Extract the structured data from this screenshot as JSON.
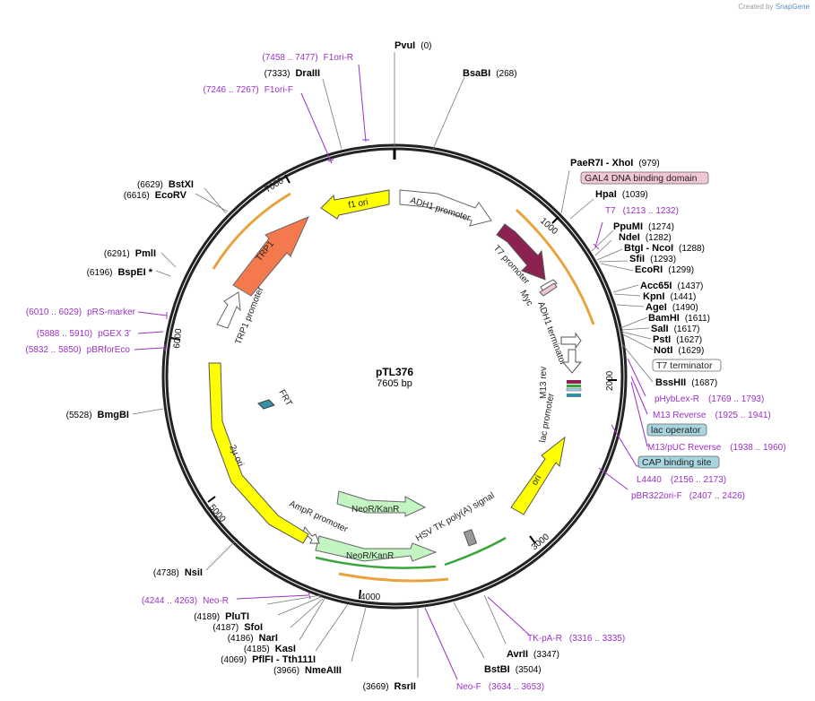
{
  "credit": {
    "prefix": "Created by",
    "brand": "SnapGene"
  },
  "plasmid": {
    "name": "pTL376",
    "size": "7605 bp"
  },
  "ticks": [
    "1000",
    "2000",
    "3000",
    "4000",
    "5000",
    "6000",
    "7000"
  ],
  "sites": [
    {
      "name": "PvuI",
      "pos": "(0)"
    },
    {
      "name": "BsaBI",
      "pos": "(268)"
    },
    {
      "name": "PaeR7I",
      "suffix": " - XhoI",
      "pos": "(979)"
    },
    {
      "name": "HpaI",
      "pos": "(1039)"
    },
    {
      "name": "PpuMI",
      "pos": "(1274)"
    },
    {
      "name": "NdeI",
      "pos": "(1282)"
    },
    {
      "name": "BtgI",
      "suffix": " - NcoI",
      "pos": "(1288)"
    },
    {
      "name": "SfiI",
      "pos": "(1293)"
    },
    {
      "name": "EcoRI",
      "pos": "(1299)"
    },
    {
      "name": "Acc65I",
      "pos": "(1437)"
    },
    {
      "name": "KpnI",
      "pos": "(1441)"
    },
    {
      "name": "AgeI",
      "pos": "(1490)"
    },
    {
      "name": "BamHI",
      "pos": "(1611)"
    },
    {
      "name": "SalI",
      "pos": "(1617)"
    },
    {
      "name": "PstI",
      "pos": "(1627)"
    },
    {
      "name": "NotI",
      "pos": "(1629)"
    },
    {
      "name": "BssHII",
      "pos": "(1687)"
    },
    {
      "name": "AvrII",
      "pos": "(3347)"
    },
    {
      "name": "BstBI",
      "pos": "(3504)"
    },
    {
      "name": "RsrII",
      "pos": "(3669)"
    },
    {
      "name": "NmeAIII",
      "pos": "(3966)"
    },
    {
      "name": "PflFI",
      "suffix": " - Tth111I",
      "pos": "(4069)"
    },
    {
      "name": "KasI",
      "pos": "(4185)"
    },
    {
      "name": "NarI",
      "pos": "(4186)"
    },
    {
      "name": "SfoI",
      "pos": "(4187)"
    },
    {
      "name": "PluTI",
      "pos": "(4189)"
    },
    {
      "name": "NsiI",
      "pos": "(4738)"
    },
    {
      "name": "BmgBI",
      "pos": "(5528)"
    },
    {
      "name": "BspEI *",
      "pos": "(6196)"
    },
    {
      "name": "PmlI",
      "pos": "(6291)"
    },
    {
      "name": "EcoRV",
      "pos": "(6616)"
    },
    {
      "name": "BstXI",
      "pos": "(6629)"
    },
    {
      "name": "DraIII",
      "pos": "(7333)"
    }
  ],
  "primers": [
    {
      "name": "F1ori-R",
      "range": "(7458 .. 7477)"
    },
    {
      "name": "F1ori-F",
      "range": "(7246 .. 7267)"
    },
    {
      "name": "T7",
      "range": "(1213 .. 1232)"
    },
    {
      "name": "pHybLex-R",
      "range": "(1769 .. 1793)"
    },
    {
      "name": "M13 Reverse",
      "range": "(1925 .. 1941)"
    },
    {
      "name": "M13/pUC Reverse",
      "range": "(1938 .. 1960)"
    },
    {
      "name": "L4440",
      "range": "(2156 .. 2173)"
    },
    {
      "name": "pBR322ori-F",
      "range": "(2407 .. 2426)"
    },
    {
      "name": "TK-pA-R",
      "range": "(3316 .. 3335)"
    },
    {
      "name": "Neo-F",
      "range": "(3634 .. 3653)"
    },
    {
      "name": "Neo-R",
      "range": "(4244 .. 4263)"
    },
    {
      "name": "pRS-marker",
      "range": "(6010 .. 6029)"
    },
    {
      "name": "pGEX 3'",
      "range": "(5888 .. 5910)"
    },
    {
      "name": "pBRforEco",
      "range": "(5832 .. 5850)"
    }
  ],
  "boxed": [
    {
      "name": "GAL4 DNA binding domain",
      "color": "#f2c6d6"
    },
    {
      "name": "T7 terminator",
      "color": "#ffffff"
    },
    {
      "name": "lac operator",
      "color": "#a8d6e0"
    },
    {
      "name": "CAP binding site",
      "color": "#a8d6e0"
    }
  ],
  "features": {
    "f1_ori": "f1 ori",
    "adh1_promoter": "ADH1 promoter",
    "t7_promoter": "T7 promoter",
    "myc": "Myc",
    "adh1_terminator": "ADH1 terminator",
    "m13_rev": "M13 rev",
    "lac_promoter": "lac promoter",
    "ori": "ori",
    "hsv_tk": "HSV TK poly(A) signal",
    "neo_inner": "NeoR/KanR",
    "neo_outer": "NeoR/KanR",
    "ampr_promoter": "AmpR promoter",
    "two_mu_ori": "2µ ori",
    "frt": "FRT",
    "trp1_promoter": "TRP1 promoter",
    "trp1": "TRP1"
  },
  "colors": {
    "backbone": "#222222",
    "ori_yellow": "#ffff00",
    "trp1": "#f47a4d",
    "gal4": "#8b2252",
    "neo": "#c3f5c3",
    "primer": "#9b30c8",
    "orf_orange": "#e8a33c",
    "orf_green": "#3aa63a"
  }
}
